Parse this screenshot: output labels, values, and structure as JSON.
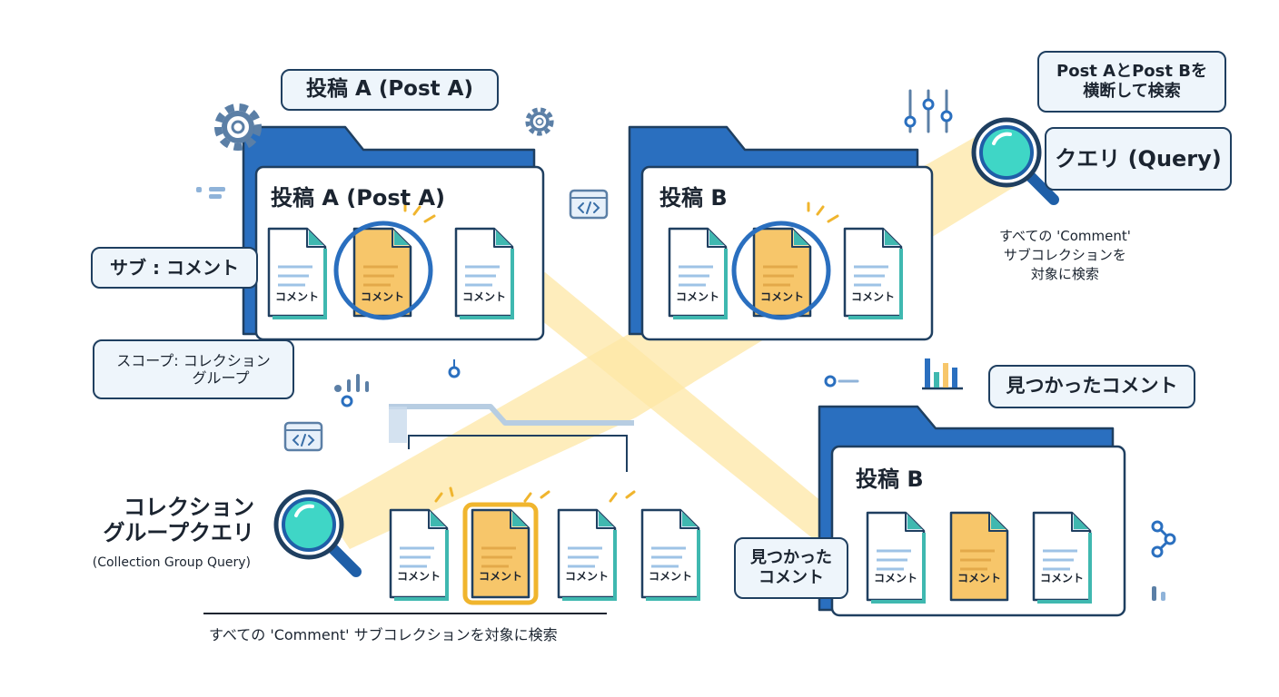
{
  "callouts": {
    "post_a_top": "投稿 A (Post A)",
    "cross_search": [
      "Post AとPost Bを",
      "横断して検索"
    ],
    "query": "クエリ (Query)",
    "sub_comment": "サブ : コメント",
    "scope": [
      "スコープ: コレクション",
      "グループ"
    ],
    "found_top": "見つかったコメント",
    "found_side": [
      "見つかった",
      "コメント"
    ]
  },
  "folders": {
    "post_a": "投稿 A (Post A)",
    "post_b": "投稿 B",
    "post_b_result": "投稿 B"
  },
  "doc_label": "コメント",
  "right_note": [
    "すべての 'Comment'",
    "サブコレクションを",
    "対象に検索"
  ],
  "cgq_title": [
    "コレクション",
    "グループクエリ"
  ],
  "cgq_subtitle": "(Collection Group Query)",
  "bottom_caption": "すべての 'Comment' サブコレクションを対象に検索",
  "colors": {
    "folder_blue": "#2a6fbf",
    "outline": "#1f3f60",
    "highlight_orange": "#f7c66a",
    "beam_yellow": "#fde7a6",
    "lens_teal": "#3fd6c6",
    "label_bg": "#eef5fb"
  },
  "icons": [
    "gear-icon",
    "code-icon",
    "magnifier-icon",
    "bar-chart-icon",
    "network-icon",
    "slider-icon"
  ]
}
